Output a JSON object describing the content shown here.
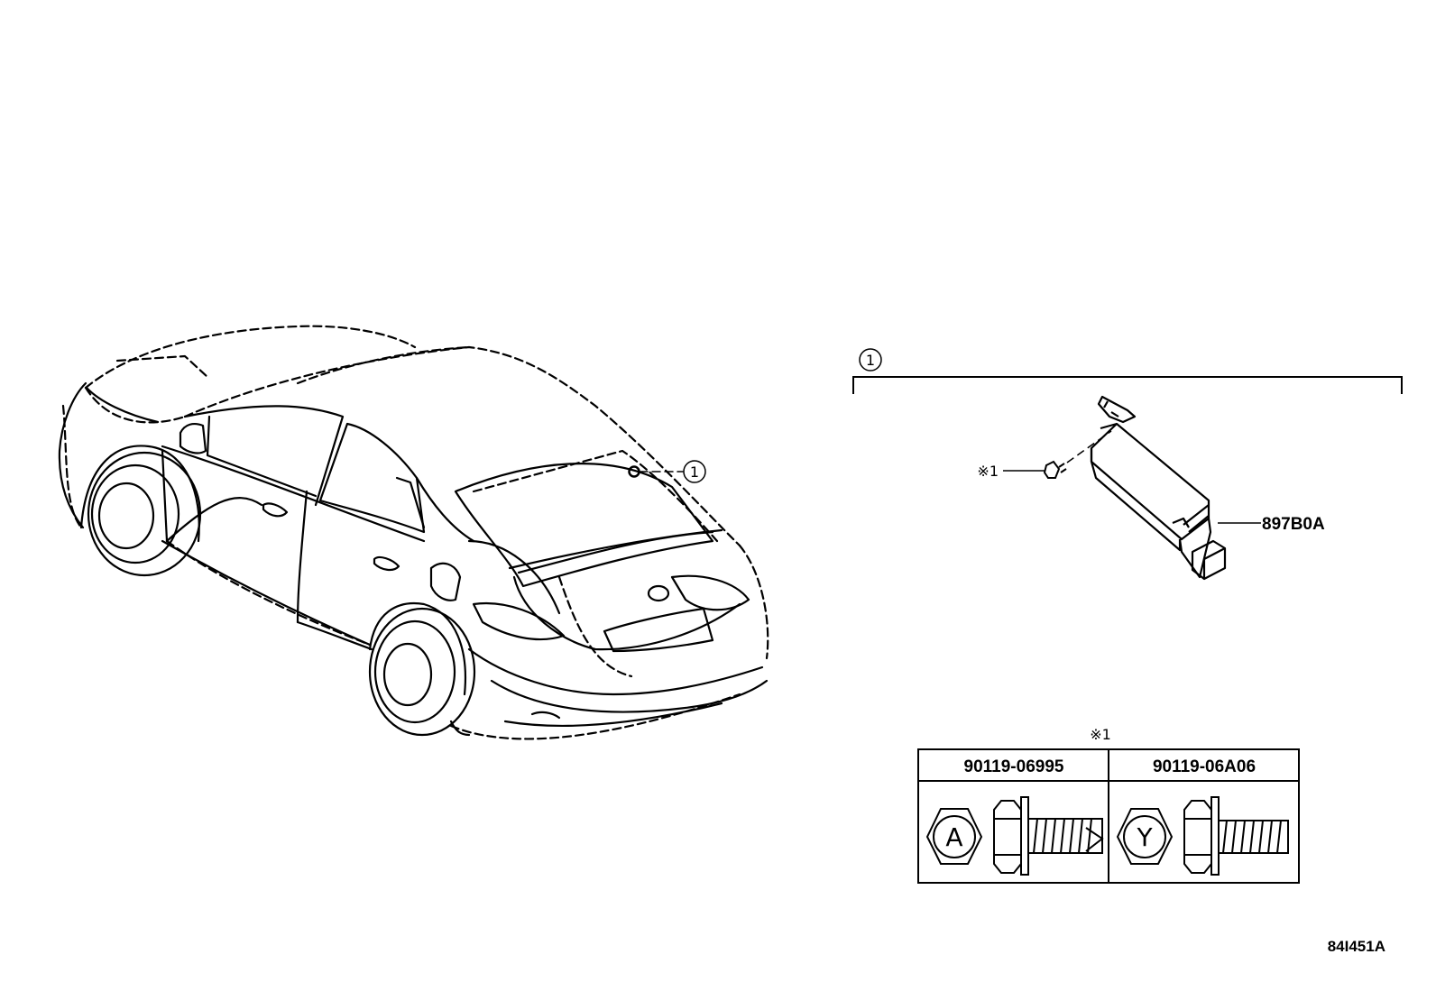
{
  "callouts": {
    "main": "1",
    "car": "1"
  },
  "fastener_ref": "※1",
  "module_part": "897B0A",
  "table": {
    "header": "※1",
    "columns": [
      {
        "part": "90119-06995",
        "mark": "A"
      },
      {
        "part": "90119-06A06",
        "mark": "Y"
      }
    ]
  },
  "figure_code": "84I451A"
}
